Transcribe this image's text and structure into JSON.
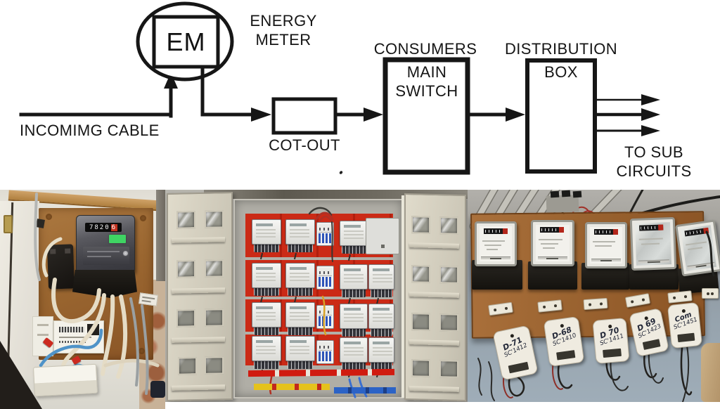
{
  "diagram": {
    "em_symbol": "EM",
    "energy_meter": "ENERGY METER",
    "incoming_cable": "INCOMIMG CABLE",
    "cut_out": "COT-OUT",
    "consumers": "CONSUMERS",
    "main_switch": "MAIN SWITCH",
    "distribution": "DISTRIBUTION",
    "box": "BOX",
    "to_sub_circuits": "TO SUB CIRCUITS",
    "ink_color": "#151515"
  },
  "photos": {
    "left_meter_cabinet": {
      "meter_reading_main": "7820",
      "meter_reading_last": "6"
    },
    "middle_meter_bank": {
      "panel_red": "#c9281a",
      "busbar_red": "#d01b10",
      "busbar_yellow": "#e5c21c",
      "busbar_blue": "#2c63c6"
    },
    "right_meter_board": {
      "cutout_labels": [
        {
          "line1": "D-71",
          "line2": "SC'1412"
        },
        {
          "line1": "D-68",
          "line2": "SC'1410"
        },
        {
          "line1": "D 70",
          "line2": "SC'1411"
        },
        {
          "line1": "D 69",
          "line2": "SC'1423"
        },
        {
          "line1": "Com",
          "line2": "SC'1451"
        }
      ]
    }
  }
}
